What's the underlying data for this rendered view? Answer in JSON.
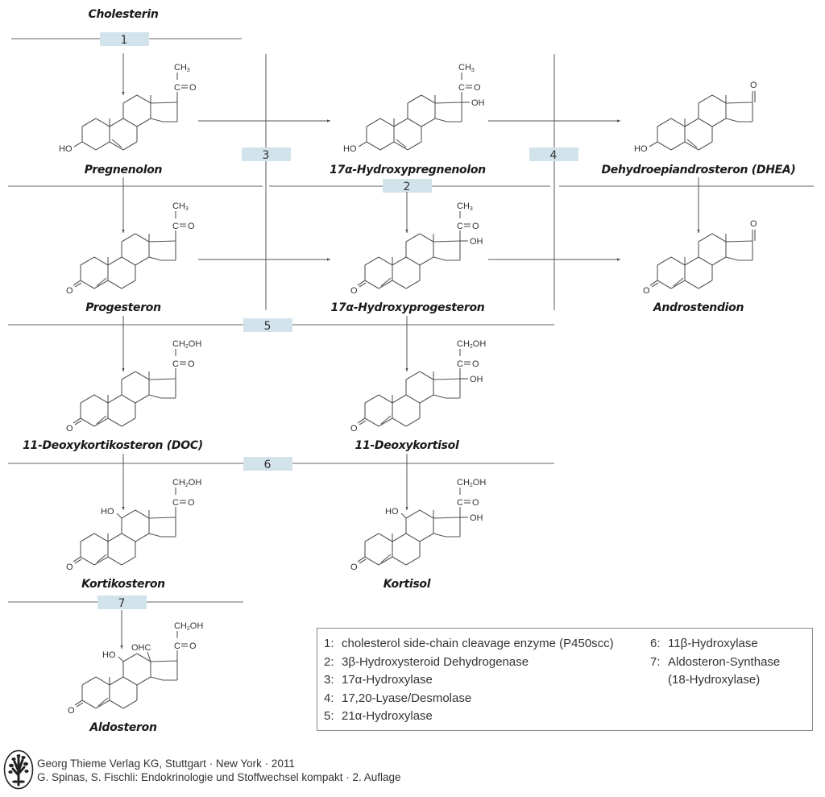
{
  "title_compound": "Cholesterin",
  "compounds": {
    "pregnenolon": {
      "name": "Pregnenolon",
      "ring_a": "HO",
      "c17_top": "CH3",
      "c20": "C=O",
      "c17_oh": ""
    },
    "hydroxypregnenolon": {
      "name": "17α-Hydroxypregnenolon",
      "ring_a": "HO",
      "c17_top": "CH3",
      "c20": "C=O",
      "c17_oh": "OH"
    },
    "dhea": {
      "name": "Dehydroepiandrosteron (DHEA)",
      "ring_a": "HO",
      "c17_keto": "O"
    },
    "progesteron": {
      "name": "Progesteron",
      "ring_a": "O",
      "c17_top": "CH3",
      "c20": "C=O",
      "c17_oh": ""
    },
    "hydroxyprogesteron": {
      "name": "17α-Hydroxyprogesteron",
      "ring_a": "O",
      "c17_top": "CH3",
      "c20": "C=O",
      "c17_oh": "OH"
    },
    "androstendion": {
      "name": "Androstendion",
      "ring_a": "O",
      "c17_keto": "O"
    },
    "doc": {
      "name": "11-Deoxykortikosteron (DOC)",
      "ring_a": "O",
      "c17_top": "CH2OH",
      "c20": "C=O",
      "c17_oh": ""
    },
    "deoxykortisol": {
      "name": "11-Deoxykortisol",
      "ring_a": "O",
      "c17_top": "CH2OH",
      "c20": "C=O",
      "c17_oh": "OH"
    },
    "kortikosteron": {
      "name": "Kortikosteron",
      "ring_a": "O",
      "c11": "HO",
      "c17_top": "CH2OH",
      "c20": "C=O",
      "c17_oh": ""
    },
    "kortisol": {
      "name": "Kortisol",
      "ring_a": "O",
      "c11": "HO",
      "c17_top": "CH2OH",
      "c20": "C=O",
      "c17_oh": "OH"
    },
    "aldosteron": {
      "name": "Aldosteron",
      "ring_a": "O",
      "c11": "HO",
      "c18": "OHC",
      "c17_top": "CH2OH",
      "c20": "C=O",
      "c17_oh": ""
    }
  },
  "enzyme_steps": [
    "1",
    "2",
    "3",
    "4",
    "5",
    "6",
    "7"
  ],
  "legend": {
    "items": [
      {
        "num": "1:",
        "text": "cholesterol side-chain cleavage enzyme (P450scc)"
      },
      {
        "num": "2:",
        "text": "3β-Hydroxysteroid Dehydrogenase"
      },
      {
        "num": "3:",
        "text": "17α-Hydroxylase"
      },
      {
        "num": "4:",
        "text": "17,20-Lyase/Desmolase"
      },
      {
        "num": "5:",
        "text": "21α-Hydroxylase"
      },
      {
        "num": "6:",
        "text": "11β-Hydroxylase"
      },
      {
        "num": "7:",
        "text": "Aldosteron-Synthase",
        "cont": "(18-Hydroxylase)"
      }
    ]
  },
  "footer": {
    "publisher": "Georg Thieme Verlag KG, Stuttgart · New York · 2011",
    "book": "G. Spinas, S. Fischli: Endokrinologie und Stoffwechsel kompakt · 2. Auflage",
    "logo_icon": "tree-logo-icon"
  },
  "colors": {
    "enzyme_box": "#d3e3ec",
    "separator": "#9a9a9a",
    "bond": "#555555"
  }
}
